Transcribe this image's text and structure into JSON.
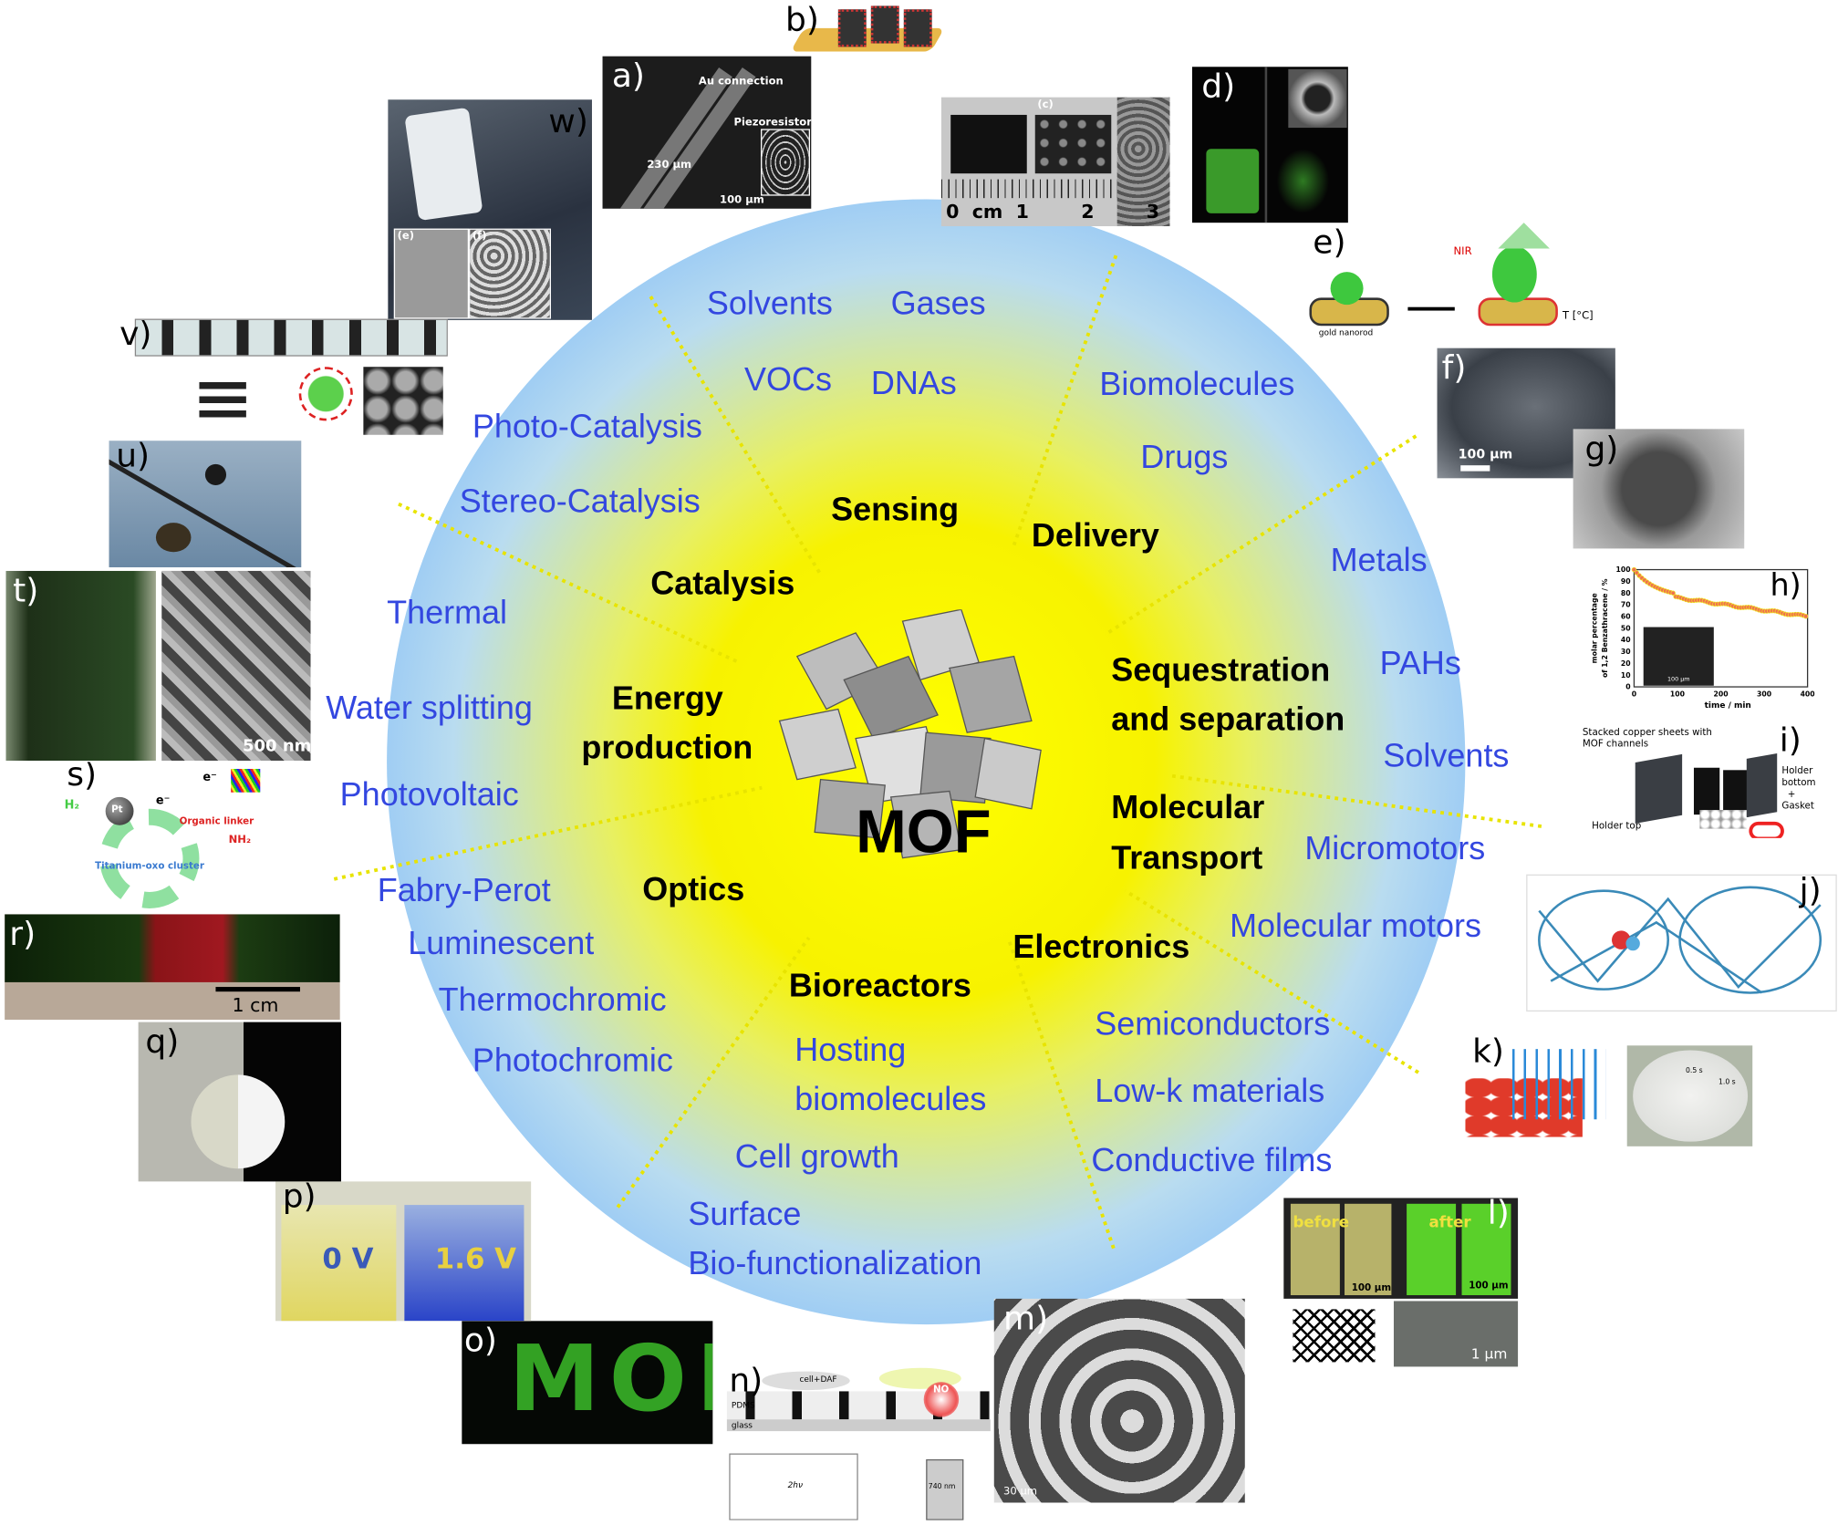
{
  "center": {
    "title": "MOF"
  },
  "categories": {
    "sensing": "Sensing",
    "delivery": "Delivery",
    "catalysis": "Catalysis",
    "energy_1": "Energy",
    "energy_2": "production",
    "sequestration_1": "Sequestration",
    "sequestration_2": "and separation",
    "transport_1": "Molecular",
    "transport_2": "Transport",
    "optics": "Optics",
    "electronics": "Electronics",
    "bioreactors": "Bioreactors"
  },
  "applications": {
    "solvents_sensing": "Solvents",
    "gases": "Gases",
    "vocs": "VOCs",
    "dnas": "DNAs",
    "biomolecules": "Biomolecules",
    "drugs": "Drugs",
    "photo_catalysis": "Photo-Catalysis",
    "stereo_catalysis": "Stereo-Catalysis",
    "thermal": "Thermal",
    "water_splitting": "Water splitting",
    "photovoltaic": "Photovoltaic",
    "metals": "Metals",
    "pahs": "PAHs",
    "solvents_separation": "Solvents",
    "micromotors": "Micromotors",
    "molecular_motors": "Molecular motors",
    "fabry_perot": "Fabry-Perot",
    "luminescent": "Luminescent",
    "thermochromic": "Thermochromic",
    "photochromic": "Photochromic",
    "hosting": "Hosting",
    "hosting_2": "biomolecules",
    "semiconductors": "Semiconductors",
    "low_k": "Low-k materials",
    "cell_growth": "Cell growth",
    "conductive_films": "Conductive films",
    "surface": "Surface",
    "bio_functionalization": "Bio-functionalization"
  },
  "panels": {
    "a": {
      "letter": "a)",
      "t1": "Au connection",
      "t2": "Piezoresistors",
      "t3": "230 µm",
      "t4": "100 µm"
    },
    "b": {
      "letter": "b)"
    },
    "c": {
      "letter": "(c)",
      "ruler": "0  cm  1        2        3"
    },
    "d": {
      "letter": "d)"
    },
    "e": {
      "letter": "e)",
      "nir": "NIR",
      "temp": "T [°C]",
      "rod": "gold nanorod"
    },
    "f": {
      "letter": "f)",
      "scale": "100 µm"
    },
    "g": {
      "letter": "g)"
    },
    "h": {
      "letter": "h)",
      "ylabel1": "molar percentage",
      "ylabel2": "of 1,2 Benzathracene / %",
      "xlabel": "time / min",
      "xticks": [
        "0",
        "100",
        "200",
        "300",
        "400"
      ],
      "yticks": [
        "0",
        "10",
        "20",
        "30",
        "40",
        "50",
        "60",
        "70",
        "80",
        "90",
        "100"
      ],
      "inset_scale": "100 µm"
    },
    "i": {
      "letter": "i)",
      "t1": "Stacked copper sheets with",
      "t2": "MOF channels",
      "t3": "Holder",
      "t4": "bottom",
      "t5": "+",
      "t6": "Gasket",
      "t7": "Holder top"
    },
    "j": {
      "letter": "j)"
    },
    "k": {
      "letter": "k)",
      "t1": "0.5 s",
      "t2": "1.0 s"
    },
    "l": {
      "letter": "l)",
      "before": "before",
      "after": "after",
      "s1": "100 µm",
      "s2": "100 µm",
      "s3": "1 µm"
    },
    "m": {
      "letter": "m)",
      "scale": "30 µm"
    },
    "n": {
      "letter": "n)",
      "t1": "cell+DAF",
      "t2": "PDMS",
      "t3": "glass",
      "t4": "NO",
      "t5": "2hν",
      "t6": "740 nm"
    },
    "o": {
      "letter": "o)",
      "word": "MOF"
    },
    "p": {
      "letter": "p)",
      "v1": "0 V",
      "v2": "1.6 V"
    },
    "q": {
      "letter": "q)"
    },
    "r": {
      "letter": "r)",
      "scale": "1 cm"
    },
    "s": {
      "letter": "s)",
      "h2": "H₂",
      "pt": "Pt",
      "e1": "e⁻",
      "e2": "e⁻",
      "linker": "Organic linker",
      "nh2": "NH₂",
      "cluster": "Titanium-oxo cluster"
    },
    "t": {
      "letter": "t)",
      "scale": "500 nm"
    },
    "u": {
      "letter": "u)"
    },
    "v": {
      "letter": "v)"
    },
    "w": {
      "letter": "w)",
      "e": "(e)",
      "f": "(f)"
    }
  },
  "colors": {
    "label_blue": "#3347e0",
    "center_yellow": "#ffff00",
    "halo_blue": "#9ccbf4",
    "dotted_line": "#e8e400"
  }
}
